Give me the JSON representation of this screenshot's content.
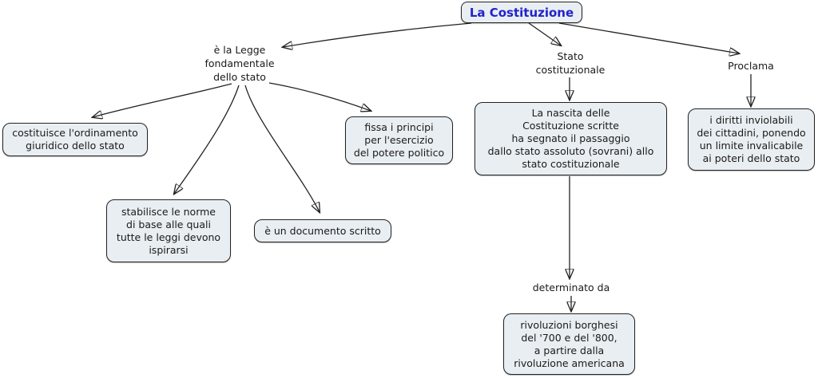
{
  "diagram": {
    "type": "concept-map",
    "language": "it",
    "colors": {
      "background": "#ffffff",
      "node_fill": "#e9eef2",
      "node_border": "#232323",
      "edge": "#222222",
      "title_text": "#2222cc",
      "body_text": "#1a1a1a"
    },
    "nodes": {
      "title": {
        "label": "La Costituzione"
      },
      "legge": {
        "label": "è la Legge\nfondamentale\ndello stato"
      },
      "ordinamento": {
        "label": "costituisce l'ordinamento\ngiuridico dello stato"
      },
      "norme": {
        "label": "stabilisce le norme\ndi base alle quali\ntutte le leggi devono\nispirarsi"
      },
      "documento": {
        "label": "è un documento scritto"
      },
      "principi": {
        "label": "fissa i principi\nper l'esercizio\ndel potere politico"
      },
      "stato": {
        "label": "Stato\ncostituzionale"
      },
      "nascita": {
        "label": "La nascita delle\nCostituzione scritte\nha segnato il passaggio\ndallo stato assoluto (sovrani) allo\nstato costituzionale"
      },
      "determinato": {
        "label": "determinato da"
      },
      "rivoluzioni": {
        "label": "rivoluzioni borghesi\ndel '700 e del '800,\na partire dalla\nrivoluzione americana"
      },
      "proclama": {
        "label": "Proclama"
      },
      "diritti": {
        "label": "i diritti inviolabili\ndei cittadini, ponendo\nun limite invalicabile\nai poteri dello stato"
      }
    },
    "edges": [
      {
        "from": "title",
        "to": "legge"
      },
      {
        "from": "title",
        "to": "stato"
      },
      {
        "from": "title",
        "to": "proclama"
      },
      {
        "from": "legge",
        "to": "ordinamento"
      },
      {
        "from": "legge",
        "to": "norme"
      },
      {
        "from": "legge",
        "to": "documento"
      },
      {
        "from": "legge",
        "to": "principi"
      },
      {
        "from": "stato",
        "to": "nascita"
      },
      {
        "from": "nascita",
        "to": "determinato"
      },
      {
        "from": "determinato",
        "to": "rivoluzioni"
      },
      {
        "from": "proclama",
        "to": "diritti"
      }
    ]
  }
}
